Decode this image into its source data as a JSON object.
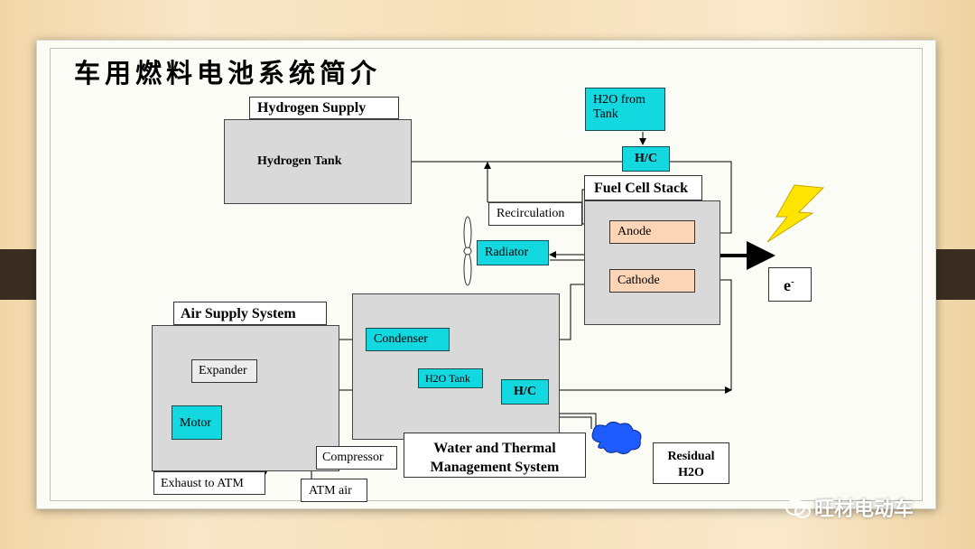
{
  "title": "车用燃料电池系统简介",
  "labels": {
    "hydrogen_supply": "Hydrogen Supply",
    "hydrogen_tank": "Hydrogen Tank",
    "h2o_from_tank": "H2O from Tank",
    "hc_top": "H/C",
    "fuel_cell_stack": "Fuel Cell Stack",
    "recirculation": "Recirculation",
    "radiator": "Radiator",
    "anode": "Anode",
    "cathode": "Cathode",
    "electron": "e",
    "electron_sup": "-",
    "air_supply_system": "Air Supply System",
    "expander": "Expander",
    "motor": "Motor",
    "exhaust": "Exhaust to ATM",
    "atm_air": "ATM air",
    "compressor": "Compressor",
    "condenser": "Condenser",
    "h2o_tank": "H2O Tank",
    "hc_bottom": "H/C",
    "water_thermal_1": "Water and Thermal",
    "water_thermal_2": "Management System",
    "residual_1": "Residual",
    "residual_2": "H2O"
  },
  "watermark": "旺材电动车",
  "colors": {
    "cyan": "#14d8df",
    "tank_red": "#ff3300",
    "cloud_blue": "#1e5cff",
    "bolt_yellow": "#ffe400"
  }
}
